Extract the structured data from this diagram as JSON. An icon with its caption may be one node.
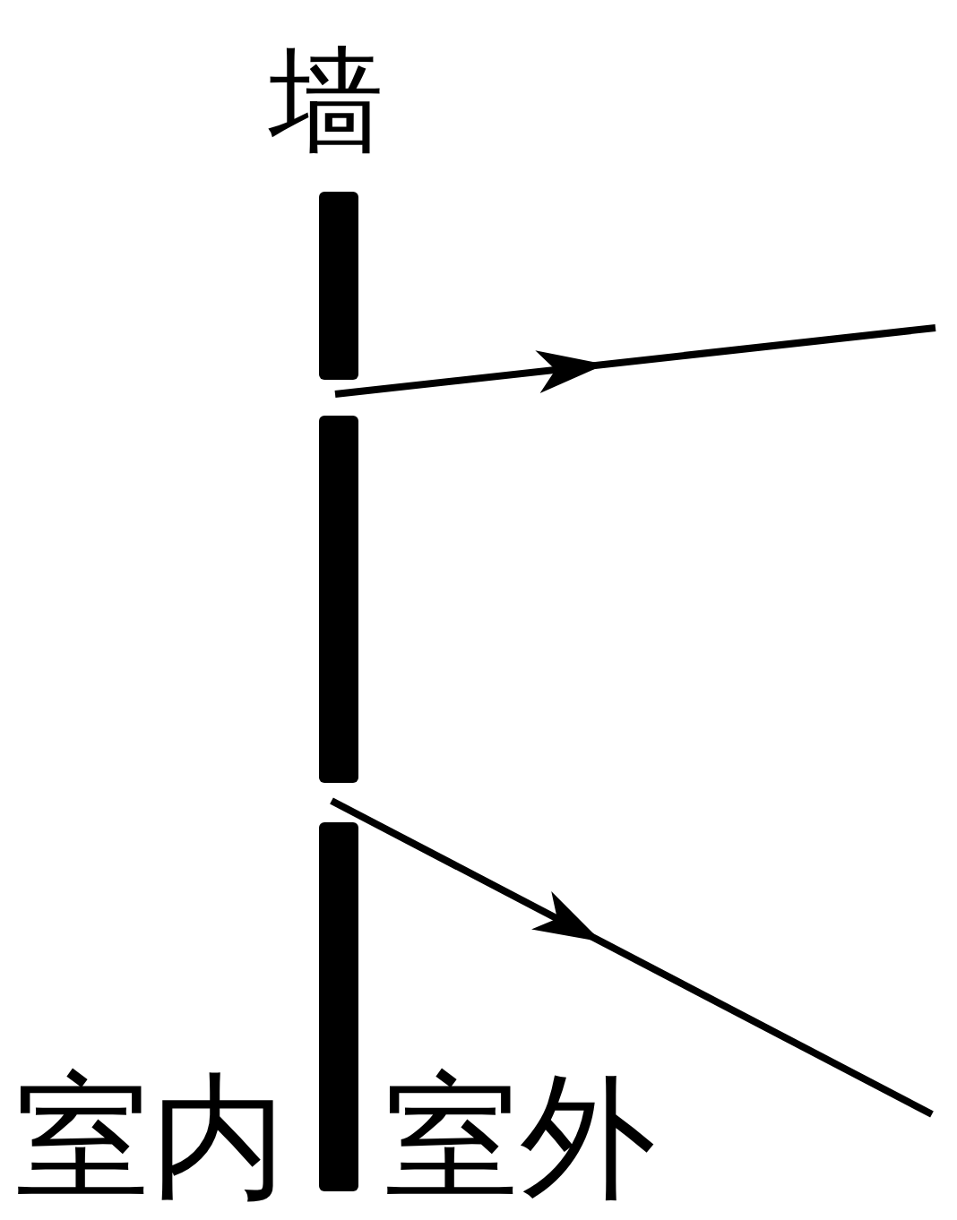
{
  "diagram": {
    "labels": [
      "墙",
      "室内",
      "室外"
    ]
  }
}
